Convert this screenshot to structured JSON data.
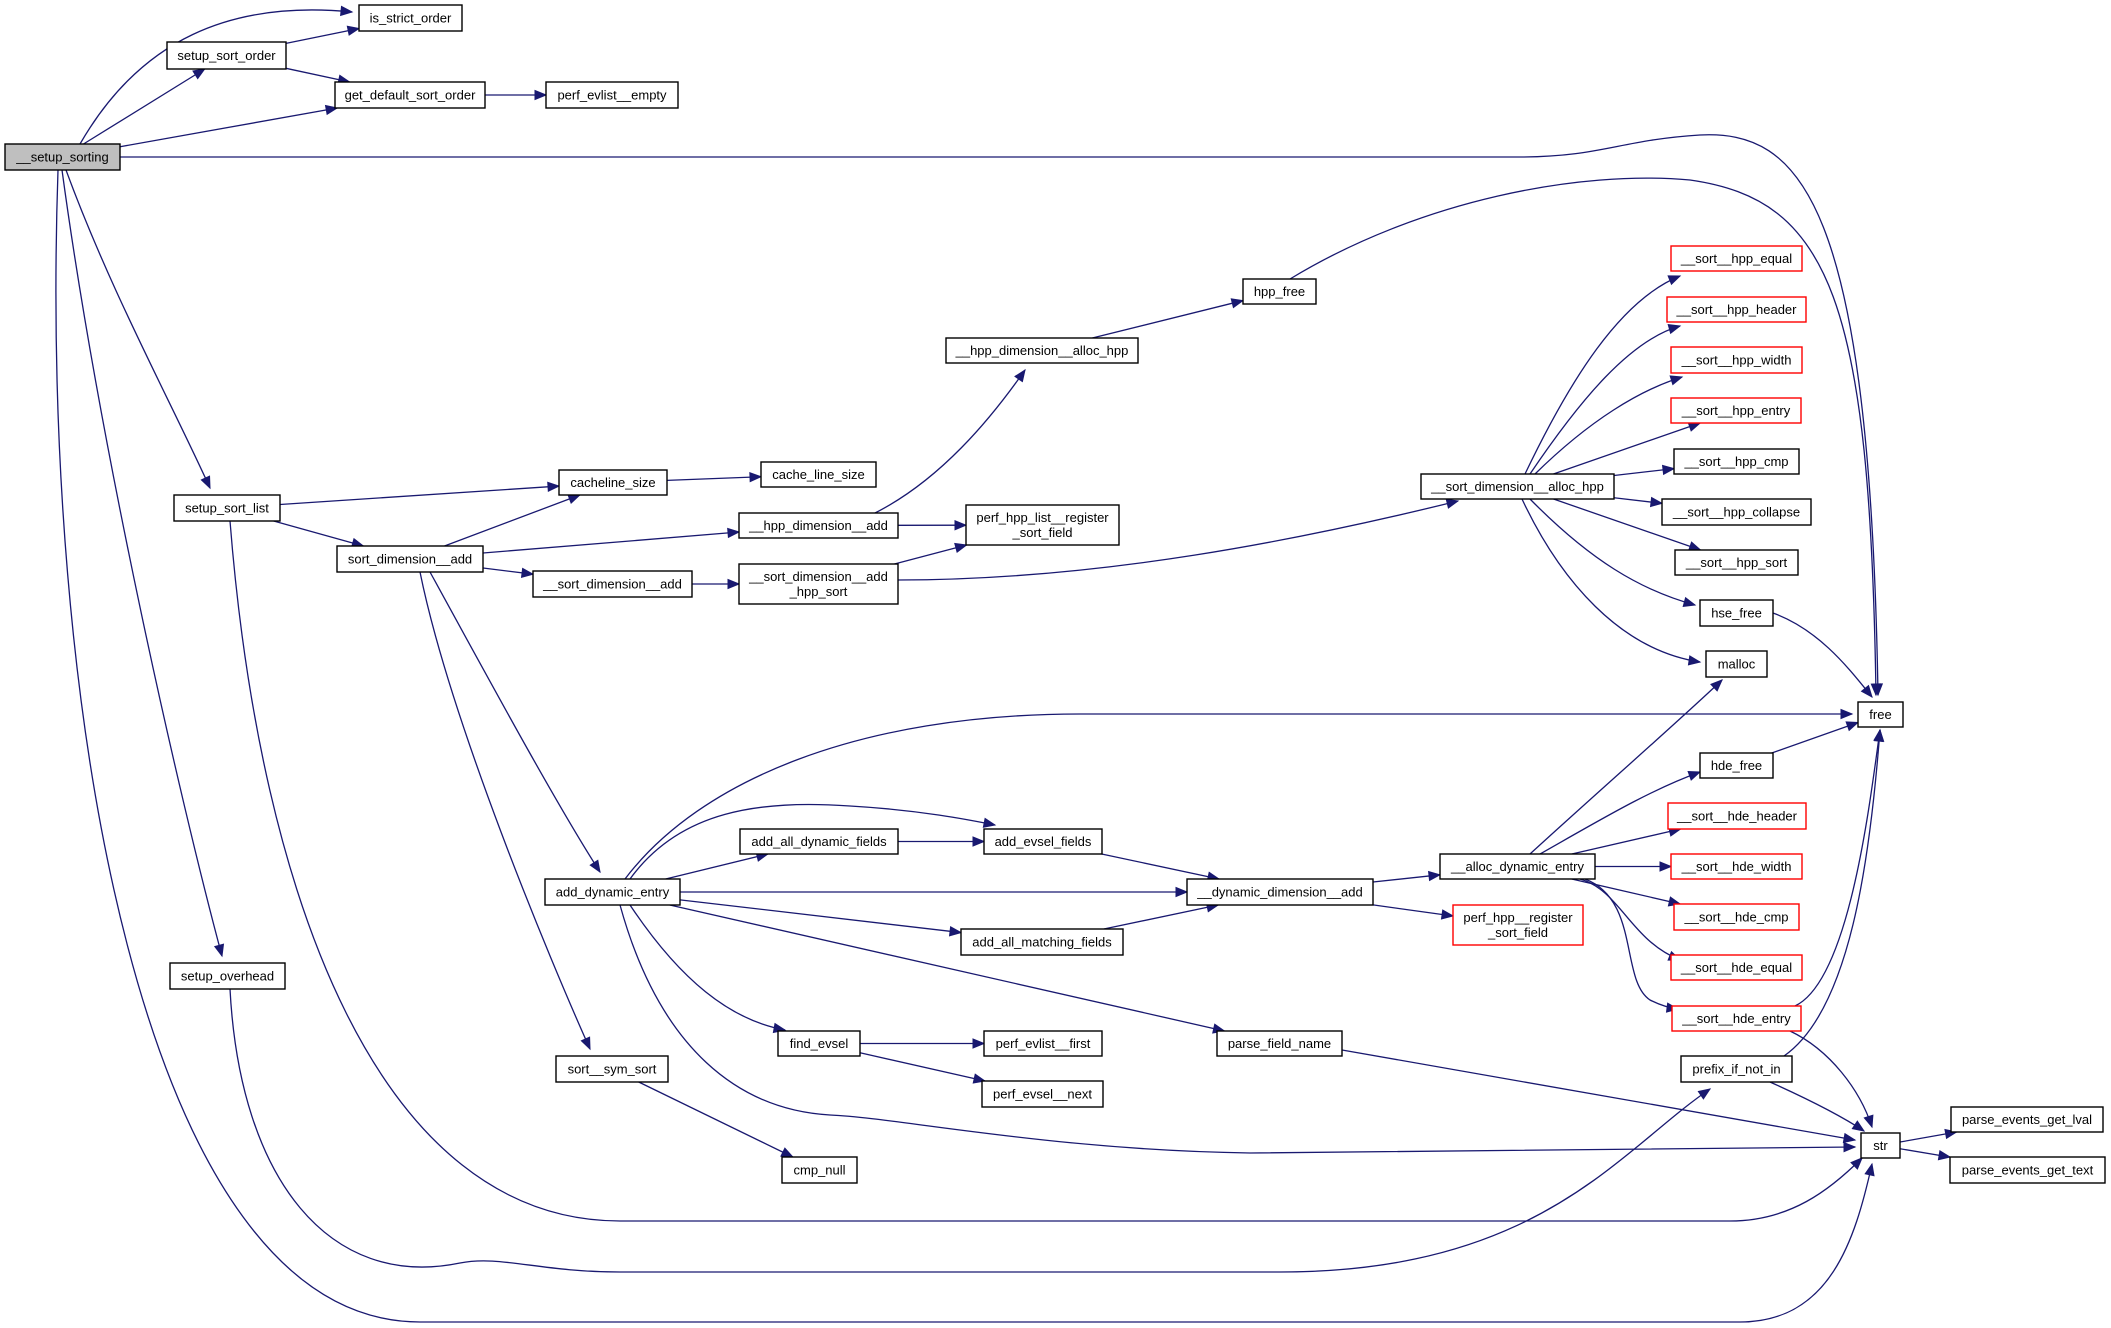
{
  "title": "__setup_sorting call graph",
  "colors": {
    "edge": "#191970",
    "root_fill": "#bfbfbf",
    "node_border": "#000000",
    "missing_border": "#ff0000"
  },
  "nodes": [
    {
      "id": "setup_sorting",
      "label": [
        "__setup_sorting"
      ],
      "kind": "root"
    },
    {
      "id": "is_strict_order",
      "label": [
        "is_strict_order"
      ]
    },
    {
      "id": "setup_sort_order",
      "label": [
        "setup_sort_order"
      ]
    },
    {
      "id": "get_default_sort_order",
      "label": [
        "get_default_sort_order"
      ]
    },
    {
      "id": "perf_evlist__empty",
      "label": [
        "perf_evlist__empty"
      ]
    },
    {
      "id": "hpp_free",
      "label": [
        "hpp_free"
      ]
    },
    {
      "id": "hpp_dimension__alloc_hpp",
      "label": [
        "__hpp_dimension__alloc_hpp"
      ]
    },
    {
      "id": "setup_sort_list",
      "label": [
        "setup_sort_list"
      ]
    },
    {
      "id": "cacheline_size",
      "label": [
        "cacheline_size"
      ]
    },
    {
      "id": "cache_line_size",
      "label": [
        "cache_line_size"
      ]
    },
    {
      "id": "sort_dimension__add",
      "label": [
        "sort_dimension__add"
      ]
    },
    {
      "id": "hpp_dimension__add",
      "label": [
        "__hpp_dimension__add"
      ]
    },
    {
      "id": "__sort_dimension__add",
      "label": [
        "__sort_dimension__add"
      ]
    },
    {
      "id": "sort_dimension__add_hpp_sort",
      "label": [
        "__sort_dimension__add",
        "_hpp_sort"
      ]
    },
    {
      "id": "perf_hpp_list__register_sort_field",
      "label": [
        "perf_hpp_list__register",
        "_sort_field"
      ]
    },
    {
      "id": "sort_dimension__alloc_hpp",
      "label": [
        "__sort_dimension__alloc_hpp"
      ]
    },
    {
      "id": "sort__hpp_equal",
      "label": [
        "__sort__hpp_equal"
      ],
      "kind": "missing"
    },
    {
      "id": "sort__hpp_header",
      "label": [
        "__sort__hpp_header"
      ],
      "kind": "missing"
    },
    {
      "id": "sort__hpp_width",
      "label": [
        "__sort__hpp_width"
      ],
      "kind": "missing"
    },
    {
      "id": "sort__hpp_entry",
      "label": [
        "__sort__hpp_entry"
      ],
      "kind": "missing"
    },
    {
      "id": "sort__hpp_cmp",
      "label": [
        "__sort__hpp_cmp"
      ]
    },
    {
      "id": "sort__hpp_collapse",
      "label": [
        "__sort__hpp_collapse"
      ]
    },
    {
      "id": "sort__hpp_sort",
      "label": [
        "__sort__hpp_sort"
      ]
    },
    {
      "id": "hse_free",
      "label": [
        "hse_free"
      ]
    },
    {
      "id": "malloc",
      "label": [
        "malloc"
      ]
    },
    {
      "id": "free",
      "label": [
        "free"
      ]
    },
    {
      "id": "hde_free",
      "label": [
        "hde_free"
      ]
    },
    {
      "id": "sort__hde_header",
      "label": [
        "__sort__hde_header"
      ],
      "kind": "missing"
    },
    {
      "id": "sort__hde_width",
      "label": [
        "__sort__hde_width"
      ],
      "kind": "missing"
    },
    {
      "id": "sort__hde_cmp",
      "label": [
        "__sort__hde_cmp"
      ],
      "kind": "missing"
    },
    {
      "id": "sort__hde_equal",
      "label": [
        "__sort__hde_equal"
      ],
      "kind": "missing"
    },
    {
      "id": "sort__hde_entry",
      "label": [
        "__sort__hde_entry"
      ],
      "kind": "missing"
    },
    {
      "id": "alloc_dynamic_entry",
      "label": [
        "__alloc_dynamic_entry"
      ]
    },
    {
      "id": "perf_hpp__register_sort_field",
      "label": [
        "perf_hpp__register",
        "_sort_field"
      ],
      "kind": "missing"
    },
    {
      "id": "add_dynamic_entry",
      "label": [
        "add_dynamic_entry"
      ]
    },
    {
      "id": "add_all_dynamic_fields",
      "label": [
        "add_all_dynamic_fields"
      ]
    },
    {
      "id": "add_evsel_fields",
      "label": [
        "add_evsel_fields"
      ]
    },
    {
      "id": "dynamic_dimension__add",
      "label": [
        "__dynamic_dimension__add"
      ]
    },
    {
      "id": "add_all_matching_fields",
      "label": [
        "add_all_matching_fields"
      ]
    },
    {
      "id": "setup_overhead",
      "label": [
        "setup_overhead"
      ]
    },
    {
      "id": "find_evsel",
      "label": [
        "find_evsel"
      ]
    },
    {
      "id": "perf_evlist__first",
      "label": [
        "perf_evlist__first"
      ]
    },
    {
      "id": "perf_evsel__next",
      "label": [
        "perf_evsel__next"
      ]
    },
    {
      "id": "parse_field_name",
      "label": [
        "parse_field_name"
      ]
    },
    {
      "id": "sort__sym_sort",
      "label": [
        "sort__sym_sort"
      ]
    },
    {
      "id": "cmp_null",
      "label": [
        "cmp_null"
      ]
    },
    {
      "id": "prefix_if_not_in",
      "label": [
        "prefix_if_not_in"
      ]
    },
    {
      "id": "str",
      "label": [
        "str"
      ]
    },
    {
      "id": "parse_events_get_lval",
      "label": [
        "parse_events_get_lval"
      ]
    },
    {
      "id": "parse_events_get_text",
      "label": [
        "parse_events_get_text"
      ]
    }
  ],
  "edges": [
    [
      "setup_sorting",
      "is_strict_order"
    ],
    [
      "setup_sorting",
      "setup_sort_order"
    ],
    [
      "setup_sorting",
      "get_default_sort_order"
    ],
    [
      "setup_sorting",
      "free"
    ],
    [
      "setup_sorting",
      "setup_sort_list"
    ],
    [
      "setup_sorting",
      "setup_overhead"
    ],
    [
      "setup_sorting",
      "str"
    ],
    [
      "setup_sort_order",
      "is_strict_order"
    ],
    [
      "setup_sort_order",
      "get_default_sort_order"
    ],
    [
      "get_default_sort_order",
      "perf_evlist__empty"
    ],
    [
      "setup_sort_list",
      "cacheline_size"
    ],
    [
      "setup_sort_list",
      "sort_dimension__add"
    ],
    [
      "setup_sort_list",
      "str"
    ],
    [
      "cacheline_size",
      "cache_line_size"
    ],
    [
      "sort_dimension__add",
      "cacheline_size"
    ],
    [
      "sort_dimension__add",
      "hpp_dimension__add"
    ],
    [
      "sort_dimension__add",
      "__sort_dimension__add"
    ],
    [
      "sort_dimension__add",
      "add_dynamic_entry"
    ],
    [
      "sort_dimension__add",
      "sort__sym_sort"
    ],
    [
      "hpp_dimension__add",
      "hpp_dimension__alloc_hpp"
    ],
    [
      "hpp_dimension__add",
      "perf_hpp_list__register_sort_field"
    ],
    [
      "hpp_dimension__alloc_hpp",
      "hpp_free"
    ],
    [
      "hpp_free",
      "free"
    ],
    [
      "__sort_dimension__add",
      "sort_dimension__add_hpp_sort"
    ],
    [
      "sort_dimension__add_hpp_sort",
      "perf_hpp_list__register_sort_field"
    ],
    [
      "sort_dimension__add_hpp_sort",
      "sort_dimension__alloc_hpp"
    ],
    [
      "sort_dimension__alloc_hpp",
      "sort__hpp_equal"
    ],
    [
      "sort_dimension__alloc_hpp",
      "sort__hpp_header"
    ],
    [
      "sort_dimension__alloc_hpp",
      "sort__hpp_width"
    ],
    [
      "sort_dimension__alloc_hpp",
      "sort__hpp_entry"
    ],
    [
      "sort_dimension__alloc_hpp",
      "sort__hpp_cmp"
    ],
    [
      "sort_dimension__alloc_hpp",
      "sort__hpp_collapse"
    ],
    [
      "sort_dimension__alloc_hpp",
      "sort__hpp_sort"
    ],
    [
      "sort_dimension__alloc_hpp",
      "hse_free"
    ],
    [
      "sort_dimension__alloc_hpp",
      "malloc"
    ],
    [
      "hse_free",
      "free"
    ],
    [
      "add_dynamic_entry",
      "free"
    ],
    [
      "add_dynamic_entry",
      "add_evsel_fields"
    ],
    [
      "add_dynamic_entry",
      "add_all_dynamic_fields"
    ],
    [
      "add_dynamic_entry",
      "dynamic_dimension__add"
    ],
    [
      "add_dynamic_entry",
      "add_all_matching_fields"
    ],
    [
      "add_dynamic_entry",
      "find_evsel"
    ],
    [
      "add_dynamic_entry",
      "parse_field_name"
    ],
    [
      "add_dynamic_entry",
      "str"
    ],
    [
      "add_all_dynamic_fields",
      "add_evsel_fields"
    ],
    [
      "add_evsel_fields",
      "dynamic_dimension__add"
    ],
    [
      "add_all_matching_fields",
      "dynamic_dimension__add"
    ],
    [
      "dynamic_dimension__add",
      "alloc_dynamic_entry"
    ],
    [
      "dynamic_dimension__add",
      "perf_hpp__register_sort_field"
    ],
    [
      "alloc_dynamic_entry",
      "malloc"
    ],
    [
      "alloc_dynamic_entry",
      "hde_free"
    ],
    [
      "alloc_dynamic_entry",
      "sort__hde_header"
    ],
    [
      "alloc_dynamic_entry",
      "sort__hde_width"
    ],
    [
      "alloc_dynamic_entry",
      "sort__hde_cmp"
    ],
    [
      "alloc_dynamic_entry",
      "sort__hde_equal"
    ],
    [
      "alloc_dynamic_entry",
      "sort__hde_entry"
    ],
    [
      "hde_free",
      "free"
    ],
    [
      "sort__hde_entry",
      "free"
    ],
    [
      "sort__hde_entry",
      "str"
    ],
    [
      "find_evsel",
      "perf_evlist__first"
    ],
    [
      "find_evsel",
      "perf_evsel__next"
    ],
    [
      "parse_field_name",
      "str"
    ],
    [
      "sort__sym_sort",
      "cmp_null"
    ],
    [
      "setup_overhead",
      "prefix_if_not_in"
    ],
    [
      "prefix_if_not_in",
      "free"
    ],
    [
      "prefix_if_not_in",
      "str"
    ],
    [
      "str",
      "parse_events_get_lval"
    ],
    [
      "str",
      "parse_events_get_text"
    ]
  ]
}
